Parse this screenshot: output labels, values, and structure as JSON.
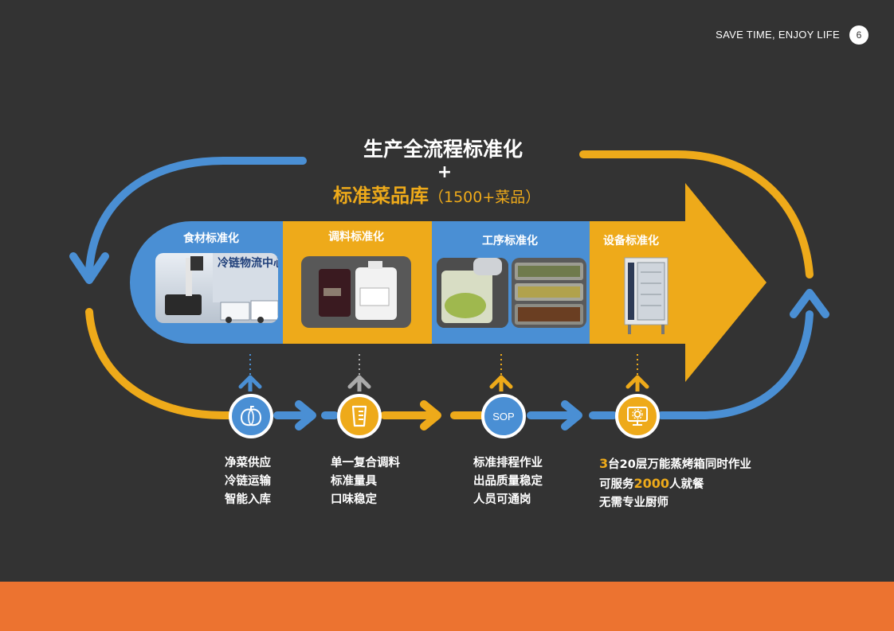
{
  "header": {
    "tagline": "SAVE TIME, ENJOY LIFE",
    "page_number": "6"
  },
  "title": {
    "line1": "生产全流程标准化",
    "plus": "+",
    "line2_main": "标准菜品库",
    "line2_sub": "（1500+菜品）"
  },
  "stages": [
    {
      "label": "食材标准化",
      "photo_text": "冷链物流中心"
    },
    {
      "label": "调料标准化"
    },
    {
      "label": "工序标准化"
    },
    {
      "label": "设备标准化"
    }
  ],
  "steps": [
    {
      "icon": "pumpkin-icon",
      "lines": [
        "净菜供应",
        "冷链运输",
        "智能入库"
      ]
    },
    {
      "icon": "measuring-cup-icon",
      "lines": [
        "单一复合调料",
        "标准量具",
        "口味稳定"
      ]
    },
    {
      "icon": "sop-icon",
      "icon_text": "SOP",
      "lines": [
        "标准排程作业",
        "出品质量稳定",
        "人员可通岗"
      ]
    },
    {
      "icon": "monitor-gear-icon",
      "line1_num": "3",
      "line1_text": "台20层万能蒸烤箱同时作业",
      "line2_pre": "可服务",
      "line2_num": "2000",
      "line2_post": "人就餐",
      "line3": "无需专业厨师"
    }
  ],
  "colors": {
    "background": "#333333",
    "blue": "#4a8fd4",
    "gold": "#eeaa1a",
    "footer": "#ec7330"
  }
}
